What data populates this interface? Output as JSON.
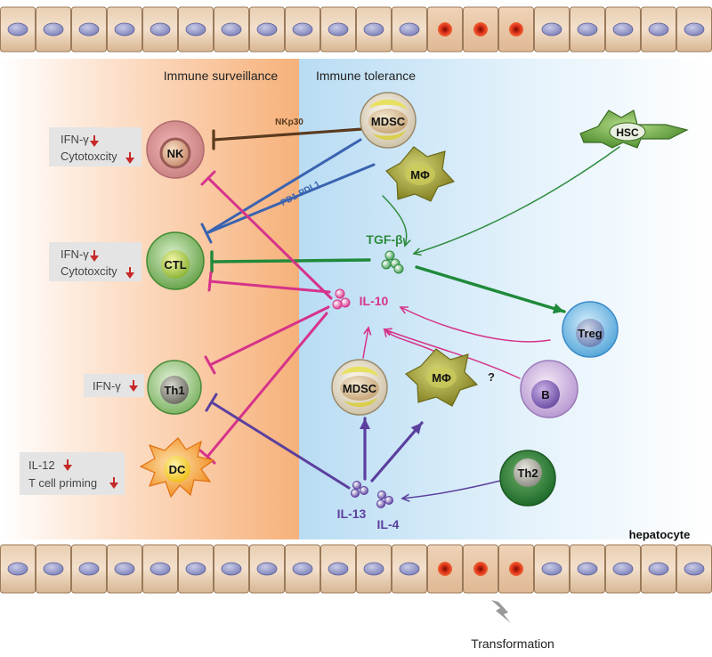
{
  "regions": {
    "surveillance": "Immune surveillance",
    "tolerance": "Immune tolerance"
  },
  "cells": {
    "nk": "NK",
    "ctl": "CTL",
    "th1": "Th1",
    "dc": "DC",
    "mdsc_top": "MDSC",
    "mac_top": "MΦ",
    "hsc": "HSC",
    "treg": "Treg",
    "b": "B",
    "mdsc_mid": "MDSC",
    "mac_mid": "MΦ",
    "th2": "Th2"
  },
  "cytokines": {
    "tgfb": "TGF-β",
    "il10": "IL-10",
    "il13": "IL-13",
    "il4": "IL-4"
  },
  "interactions": {
    "nkp30": "NKp30",
    "pd1pdl1": "PD1-PDL1",
    "question": "?"
  },
  "effects": {
    "nk": [
      "IFN-γ",
      "Cytotoxcity"
    ],
    "ctl": [
      "IFN-γ",
      "Cytotoxcity"
    ],
    "th1": [
      "IFN-γ"
    ],
    "dc": [
      "IL-12",
      "T cell priming"
    ]
  },
  "labels": {
    "hepatocyte": "hepatocyte",
    "transformation": "Transformation"
  },
  "colors": {
    "inhibit_magenta": "#d6338a",
    "inhibit_brown": "#5a3a1e",
    "inhibit_blue": "#3a63b0",
    "inhibit_green": "#1f8a3a",
    "purple": "#5b3f9e",
    "tgf_green": "#2e8b3e",
    "down_arrow": "#c62828"
  }
}
